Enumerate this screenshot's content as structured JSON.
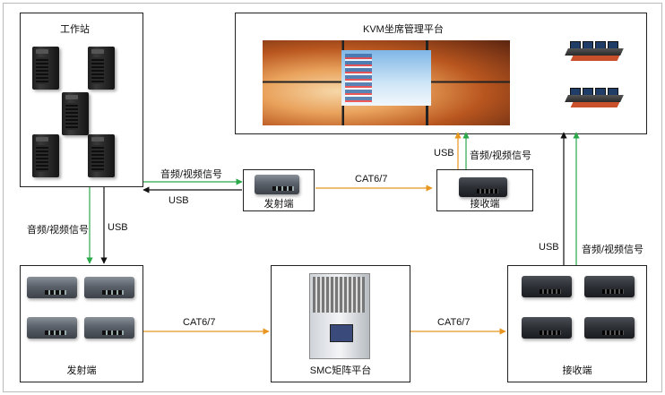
{
  "workstation": {
    "label": "工作站"
  },
  "kvm": {
    "label": "KVM坐席管理平台"
  },
  "tx_top": {
    "label": "发射端"
  },
  "rx_top": {
    "label": "接收端"
  },
  "tx_bottom": {
    "label": "发射端"
  },
  "smc": {
    "label": "SMC矩阵平台"
  },
  "rx_bottom": {
    "label": "接收端"
  },
  "links": {
    "av_ws_tx": "音频/视频信号",
    "usb_ws_tx": "USB",
    "cat_tx_rx_top": "CAT6/7",
    "usb_rx_kvm": "USB",
    "av_rx_kvm": "音频/视频信号",
    "av_ws_txb": "音频/视频信号",
    "usb_ws_txb": "USB",
    "cat_txb_smc": "CAT6/7",
    "cat_smc_rxb": "CAT6/7",
    "usb_rxb_kvm": "USB",
    "av_rxb_kvm": "音频/视频信号"
  },
  "colors": {
    "av": "#2aa84a",
    "usb": "#111111",
    "cat": "#e8961e"
  }
}
